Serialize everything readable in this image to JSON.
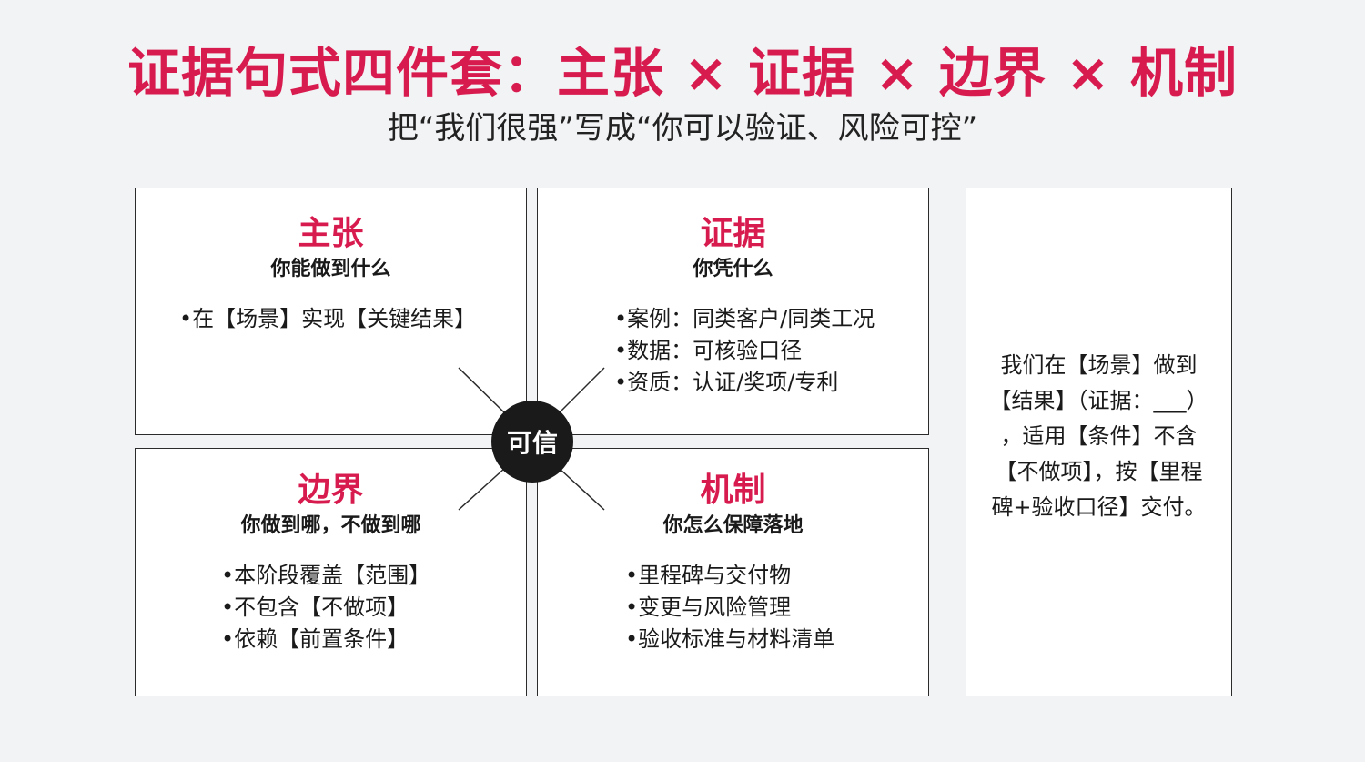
{
  "header": {
    "title": "证据句式四件套：主张 × 证据 × 边界 × 机制",
    "subtitle": "把“我们很强”写成“你可以验证、风险可控”"
  },
  "quadrants": {
    "claim": {
      "heading": "主张",
      "question": "你能做到什么",
      "items": [
        "在【场景】实现【关键结果】"
      ]
    },
    "evidence": {
      "heading": "证据",
      "question": "你凭什么",
      "items": [
        "案例：同类客户/同类工况",
        "数据：可核验口径",
        "资质：认证/奖项/专利"
      ]
    },
    "boundary": {
      "heading": "边界",
      "question": "你做到哪，不做到哪",
      "items": [
        "本阶段覆盖【范围】",
        "不包含【不做项】",
        "依赖【前置条件】"
      ]
    },
    "mechanism": {
      "heading": "机制",
      "question": "你怎么保障落地",
      "items": [
        "里程碑与交付物",
        "变更与风险管理",
        "验收标准与材料清单"
      ]
    }
  },
  "center": {
    "label": "可信"
  },
  "template": {
    "lines": [
      "我们在【场景】做到",
      "【结果】（证据：___）",
      "，适用【条件】不含",
      "【不做项】，按【里程",
      "碑+验收口径】交付。"
    ]
  },
  "colors": {
    "accent": "#d81b4f",
    "badge": "#1a1a1a",
    "border": "#2b2b2b",
    "background": "#f2f3f5"
  }
}
